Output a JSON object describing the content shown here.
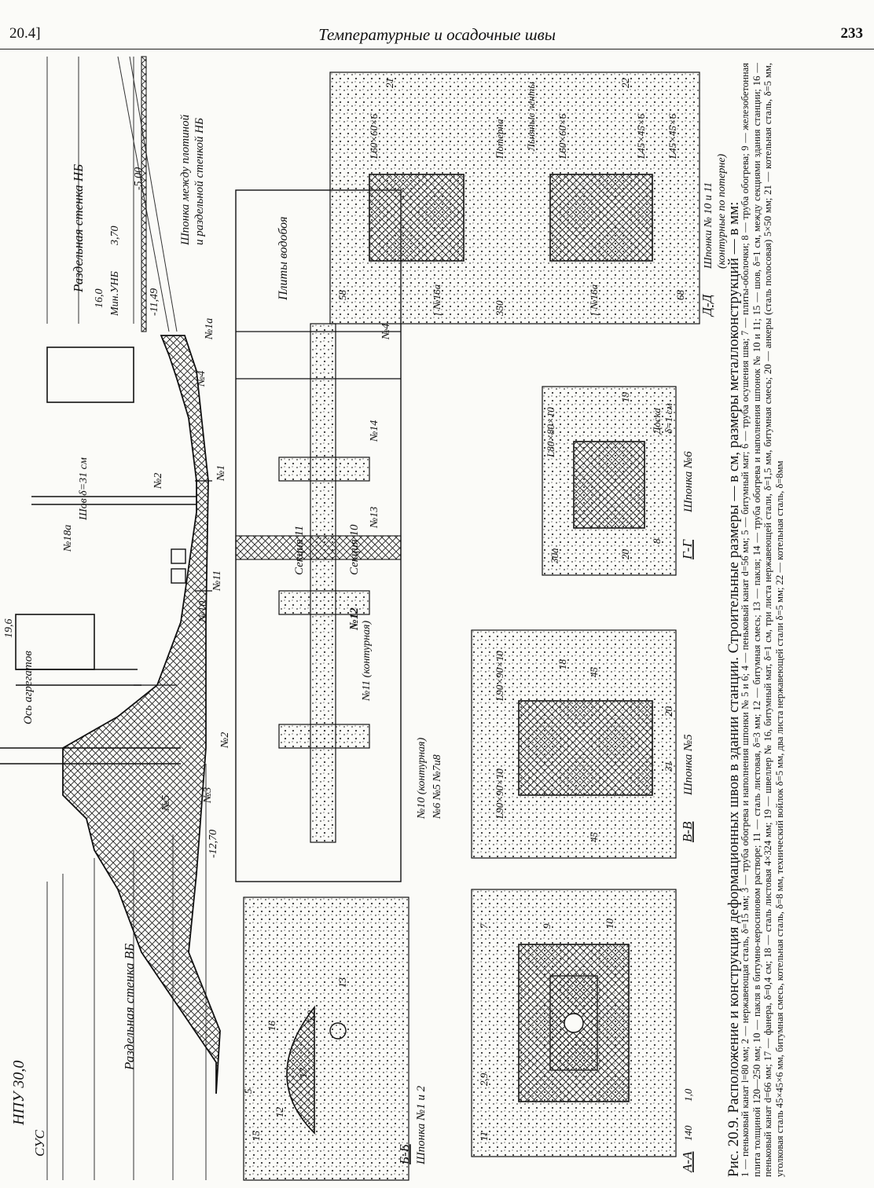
{
  "header": {
    "section": "20.4]",
    "title": "Температурные и осадочные швы",
    "page": "233"
  },
  "figure": {
    "labels": {
      "hpu": "НПУ 30,0",
      "sus": "СУС",
      "wall_vb": "Раздельная стенка ВБ",
      "wall_nb": "Раздельная стенка НБ",
      "key_between": "Шпонка между плотиной",
      "key_between2": "и раздельной стенкой НБ",
      "min_unb": "Мин.УНБ",
      "lvl_16": "16,0",
      "lvl_370": "3,70",
      "lvl_500": "-5,00",
      "lvl_1149": "-11,49",
      "lvl_1270": "-12,70",
      "lvl_196": "19,6",
      "unit_axis": "Ось агрегатов",
      "seam": "Шов δ=31 см",
      "n18a": "№18а",
      "n1a": "№1а",
      "n1": "№1",
      "n2": "№2",
      "n2b": "№2",
      "n3": "№3",
      "n4": "№4",
      "n4b": "№4",
      "n5": "№5",
      "n10": "№10",
      "n11": "№11",
      "n12": "№12",
      "n13": "№13",
      "n14": "№14",
      "n6n5n7n8": "№6  №5 №7и8",
      "n10k": "№10 (контурная)",
      "n11k": "№11 (контурная)",
      "sec11": "Секция 11",
      "sec10": "Секция 10",
      "plates": "Плиты водобоя",
      "sec_bb": "Б-Б",
      "key_12": "Шпонка №1 и 2",
      "sec_aa": "А-А",
      "sec_vv": "В-В",
      "key_5": "Шпонка №5",
      "sec_gg": "Г-Г",
      "key_6": "Шпонка №6",
      "sec_dd": "Д-Д",
      "key_1011": "Шпонки № 10 и 11",
      "key_1011b": "(контурные по потерне)",
      "angle_80": "L80×80×10",
      "angle_90a": "L90×90×10",
      "angle_90b": "L90×90×10",
      "angle_60a": "L60×60×6",
      "angle_60b": "L60×60×6",
      "angle_45a": "L45×45×6",
      "angle_45b": "L45×45×6",
      "ch16a": "[ №16а",
      "ch16b": "[ №16а",
      "board": "Доска",
      "board_d": "δ=1 см",
      "gallery": "Потерна",
      "ice": "Льняные ленты",
      "num_30a": "30а",
      "num_20": "20",
      "num_8": "8",
      "num_19": "19",
      "num_18": "18",
      "num_31": "31",
      "num_45a": "45",
      "num_45b": "45",
      "num_12": "12",
      "num_11": "11",
      "num_10": "10",
      "num_9": "9",
      "num_7": "7",
      "num_140": "140",
      "num_10d": "1,0",
      "num_5": "5",
      "num_15": "15",
      "num_13": "13",
      "num_16": "16",
      "num_17": "17",
      "num_52": "5,2",
      "num_58": "58",
      "num_68": "68",
      "num_350": "350",
      "num_21": "21",
      "num_22": "22",
      "num_29": "2,9"
    }
  },
  "caption": {
    "lead": "Рис. 20.9. Расположение и конструкция деформационных швов в здании станции. Строительные размеры — в см, размеры металлоконструкций — в мм:",
    "legend": "1 — пеньковый канат l=80 мм; 2 — нержавеющая сталь, δ=15 мм; 3 — труба обогрева и наполнения шпонки № 5 и 6; 4 — пеньковый канат d=56 мм; 5 — битумный мат; 6 — труба осушения шва; 7 — плиты-оболочки; 8 — труба обогрева; 9 — железобетонная плита толщиной 120—250 мм; 10 — пакля в битумно-керосиновом растворе; 11 — сталь листовая, δ=3 мм; 12 — битумная смесь; 13 — пакля; 14 — труба обогрева и наполнения шпонок № 10 и 11; 15 — шов, δ=1 см, между секциями здания станции; 16 — пеньковый канат d=66 мм; 17 — фанера, δ=0,4 см; 18 — сталь листовая 4×324 мм; 19 — швеллер № 16, битумный мат, δ=1 см, три листа нержавеющей стали, δ=1,5 мм, битумная смесь; 20 — анкеры (сталь полосовая) 5×50 мм; 21 — котельная сталь, δ=5 мм, уголковая сталь 45×45×6 мм, битумная смесь, котельная сталь, δ=8 мм, технический войлок δ=5 мм, два листа нержавеющей стали δ=5 мм; 22 — котельная сталь, δ=8мм"
  }
}
